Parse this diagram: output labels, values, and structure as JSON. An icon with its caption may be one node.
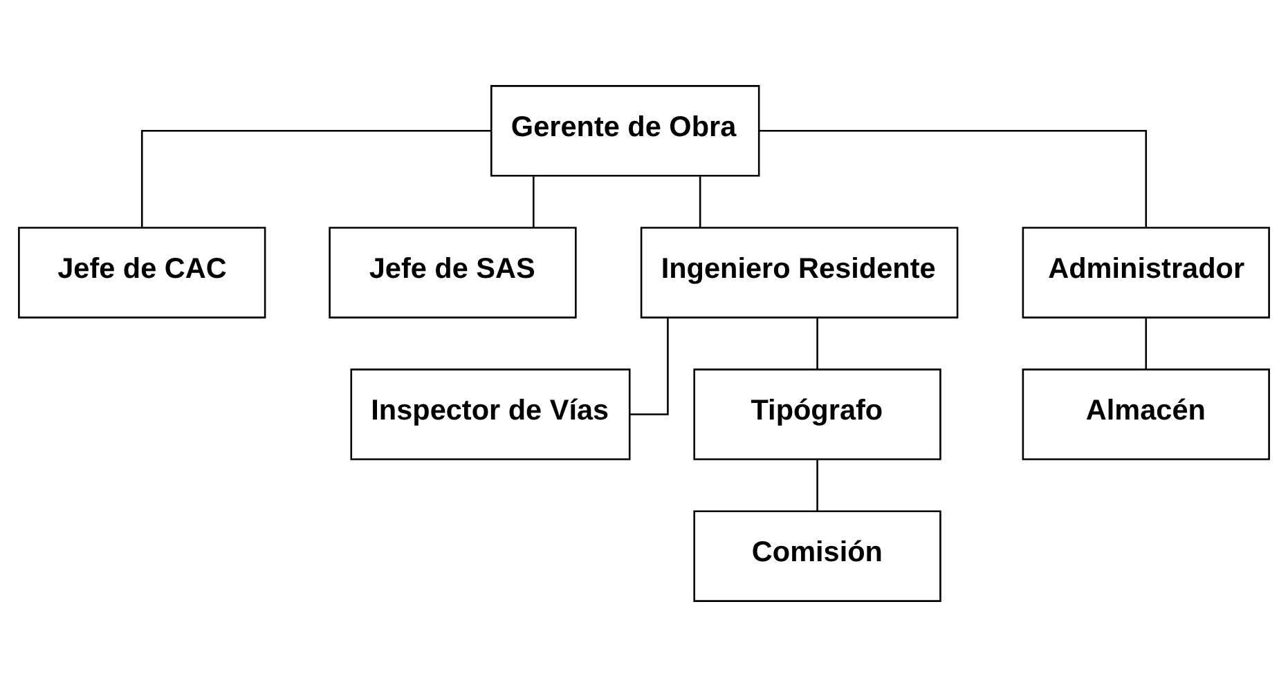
{
  "diagram": {
    "nodes": [
      {
        "text": [
          "Gerente de Obra"
        ]
      },
      {
        "text": [
          "Jefe de CAC"
        ]
      },
      {
        "text": [
          "Jefe de SAS"
        ]
      },
      {
        "text": [
          "Ingeniero Residente"
        ]
      },
      {
        "text": [
          "Administrador"
        ]
      },
      {
        "text": [
          "Inspector de Vías"
        ]
      },
      {
        "text": [
          "Tipógrafo"
        ]
      },
      {
        "text": [
          "Comisión"
        ]
      },
      {
        "text": [
          "Almacén"
        ]
      }
    ],
    "edges": [
      {
        "from": 0,
        "to": 1,
        "arrow": "none"
      },
      {
        "from": 0,
        "to": 2,
        "arrow": "none"
      },
      {
        "from": 0,
        "to": 3,
        "arrow": "none"
      },
      {
        "from": 0,
        "to": 4,
        "arrow": "none"
      },
      {
        "from": 3,
        "to": 5,
        "arrow": "none"
      },
      {
        "from": 3,
        "to": 6,
        "arrow": "none"
      },
      {
        "from": 6,
        "to": 7,
        "arrow": "none"
      },
      {
        "from": 4,
        "to": 8,
        "arrow": "none"
      }
    ]
  }
}
